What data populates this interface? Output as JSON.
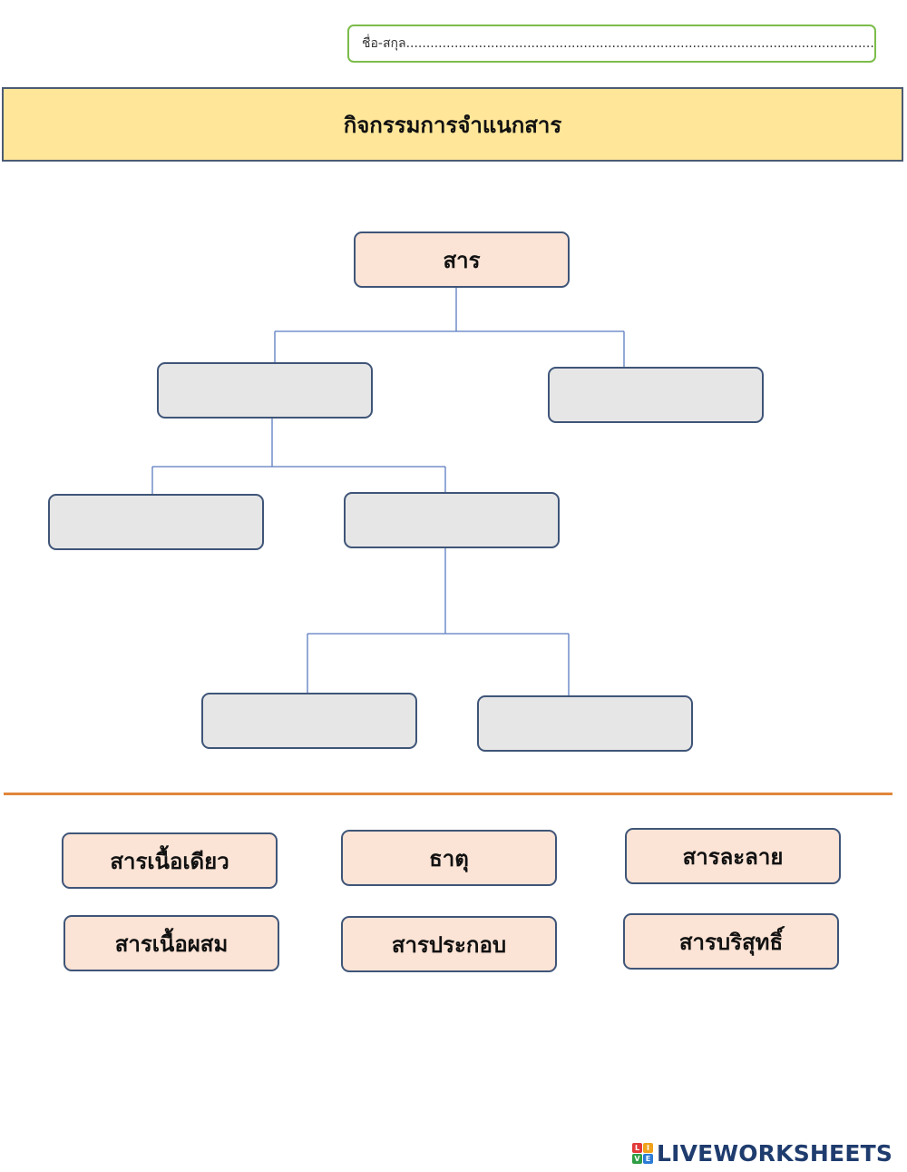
{
  "header": {
    "name_field": "ชื่อ-สกุล.....................................................................................................................",
    "title": "กิจกรรมการจำแนกสาร"
  },
  "tree": {
    "root_label": "สาร",
    "slots": [
      "",
      "",
      "",
      "",
      "",
      ""
    ]
  },
  "word_bank": [
    "สารเนื้อเดียว",
    "ธาตุ",
    "สารละลาย",
    "สารเนื้อผสม",
    "สารประกอบ",
    "สารบริสุทธิ์"
  ],
  "brand": {
    "logo_letters": [
      "L",
      "I",
      "V",
      "E"
    ],
    "text": "LIVEWORKSHEETS",
    "colors": {
      "text": "#1f3c6e",
      "tile1": "#e23a3a",
      "tile2": "#f0a21b",
      "tile3": "#2f9e44",
      "tile4": "#2b7bd6"
    }
  },
  "colors": {
    "title_bg": "#ffe699",
    "peach": "#fbe3d5",
    "drop_zone": "#e6e6e6",
    "box_border": "#3f5578",
    "connector": "#5b7bc0",
    "divider": "#e0863a",
    "name_border": "#7cbd4a"
  }
}
